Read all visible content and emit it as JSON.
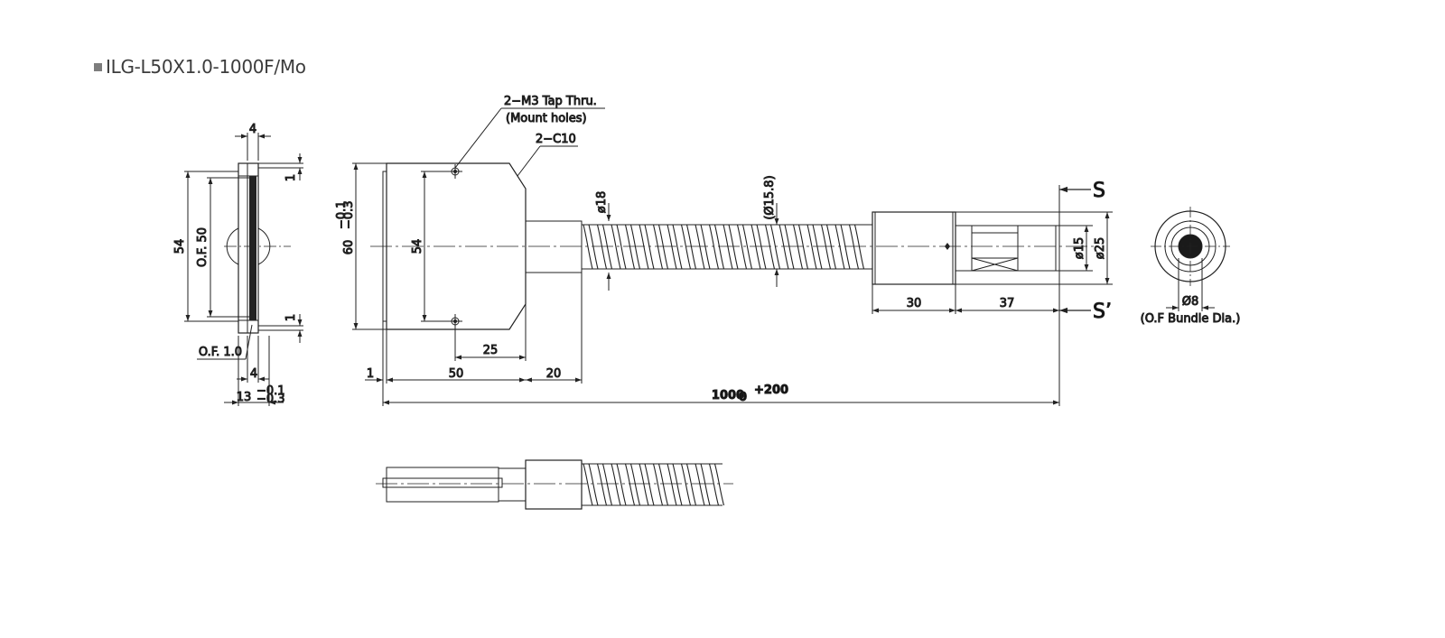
{
  "title": "ILG-L50X1.0-1000F/Mo",
  "callouts": {
    "tap": "2−M3 Tap Thru.",
    "mount": "(Mount holes)",
    "chamfer": "2−C10"
  },
  "side_view": {
    "dim_top": "4",
    "dim_height": "54",
    "dim_of": "O.F. 50",
    "dim_step_top": "1",
    "dim_step_bottom": "1",
    "dim_of_thk": "O.F. 1.0",
    "dim_bottom": "4",
    "dim_total": "13",
    "tol_total_up": "−0.1",
    "tol_total_dn": "−0.3"
  },
  "front_view": {
    "dim_height": "60",
    "tol_height_up": "−0.1",
    "tol_height_dn": "−0.3",
    "dim_holes": "54",
    "dim_hole_x": "25",
    "dim_flange": "1",
    "dim_head": "50",
    "dim_neck": "20",
    "dia_neck": "ø18",
    "dia_hose": "(Ø15.8)",
    "dim_ferrule": "30",
    "dim_tip": "37",
    "dia_tip": "ø15",
    "dia_ferrule": "ø25",
    "dim_length": "1000",
    "tol_length_up": "+200",
    "tol_length_dn": "0",
    "section_s": "S",
    "section_s2": "S’"
  },
  "end_view": {
    "dia_bundle": "Ø8",
    "bundle_note": "(O.F Bundle Dia.)"
  }
}
